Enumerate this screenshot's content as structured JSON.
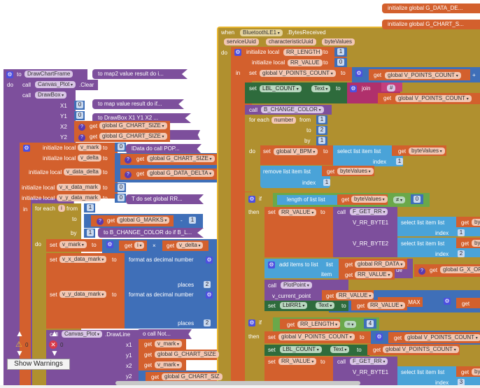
{
  "collapsed_globals": [
    "initialize global G_DATA_DE...",
    "initialize global G_CHART_S..."
  ],
  "collapsed_procs": [
    "to map2   value result do i...",
    "to map   value result do if...",
    "to DrawBox   X1   Y1   X2  ...",
    "lData do call  POP...",
    "T do set global RR...",
    "to B_CHANGE_COLOR do if B_L...",
    "o call  Not..."
  ],
  "drawchart": {
    "to": "to",
    "name": "DrawChartFrame",
    "do": "do",
    "call": "call",
    "canvas": "Canvas_Plot",
    "clear": ".Clear",
    "drawbox": "DrawBox",
    "x1": "X1",
    "y1": "Y1",
    "x2": "X2",
    "y2": "Y2",
    "zero": "0",
    "get": "get",
    "chart_size": "global G_CHART_SIZE",
    "data_delta": "global G_DATA_DELTA",
    "marks": "global G_MARKS",
    "init_local": "initialize local",
    "to_kw": "to",
    "v_mark": "v_mark",
    "v_delta": "v_delta",
    "v_data_delta": "v_data_delta",
    "v_x_data_mark": "v_x_data_mark",
    "v_y_data_mark": "v_y_data_mark",
    "in": "in",
    "for_each": "for each",
    "i": "i",
    "from": "from",
    "by": "by",
    "one": "1",
    "minus": "-",
    "times": "×",
    "set": "set",
    "format_decimal": "format as decimal number",
    "places": "places",
    "two": "2",
    "drawline": ".DrawLine",
    "lx1": "x1",
    "ly1": "y1",
    "lx2": "x2",
    "ly2": "y2",
    "chart_size_trunc": "global G_CHART_SIZE",
    "chart_size_trunc2": "global G_CHART_SIZ"
  },
  "ble_event": {
    "when": "when",
    "component": "BluetoothLE1",
    "event": ".BytesReceived",
    "params": [
      "serviceUuid",
      "characteristicUuid",
      "byteValues"
    ],
    "do": "do",
    "init_local": "initialize local",
    "rr_length": "RR_LENGTH",
    "rr_value": "RR_VALUE",
    "to": "to",
    "one": "1",
    "zero": "0",
    "in": "in",
    "set": "set",
    "points_count": "global V_POINTS_COUNT",
    "get": "get",
    "plus": "+",
    "lbl_count": "LBL_COUNT",
    "text": "Text",
    "join": "join",
    "hash": "#",
    "call": "call",
    "b_change_color": "B_CHANGE_COLOR",
    "for_each": "for each",
    "number": "number",
    "from": "from",
    "by": "by",
    "two": "2",
    "v_bpm": "global V_BPM",
    "select_list_item": "select list item  list",
    "index": "index",
    "byte_values": "byteValues",
    "remove_list_item": "remove list item  list",
    "if": "if",
    "then": "then",
    "length_of_list": "length of list  list",
    "neq": "≠",
    "eq": "=",
    "f_get_rr": "F_GET_RR",
    "rr_byte1": "V_RR_BYTE1",
    "rr_byte2": "V_RR_BYTE2",
    "get_byt": "byt",
    "add_items": "add items to list",
    "list": "list",
    "item": "item",
    "rr_data": "global RR_DATA",
    "value_frag": "ue",
    "g_x_of": "global G_X_OF",
    "plotpoint": "PlotPoint",
    "v_current_point": "v_current_point",
    "lblrr1": "LblRR1",
    "data_max_frag": "G_DATA_MAX",
    "four": "4",
    "three": "3"
  },
  "warnings": {
    "warning_count": "0",
    "error_count": "0",
    "show_warnings_label": "Show Warnings"
  }
}
